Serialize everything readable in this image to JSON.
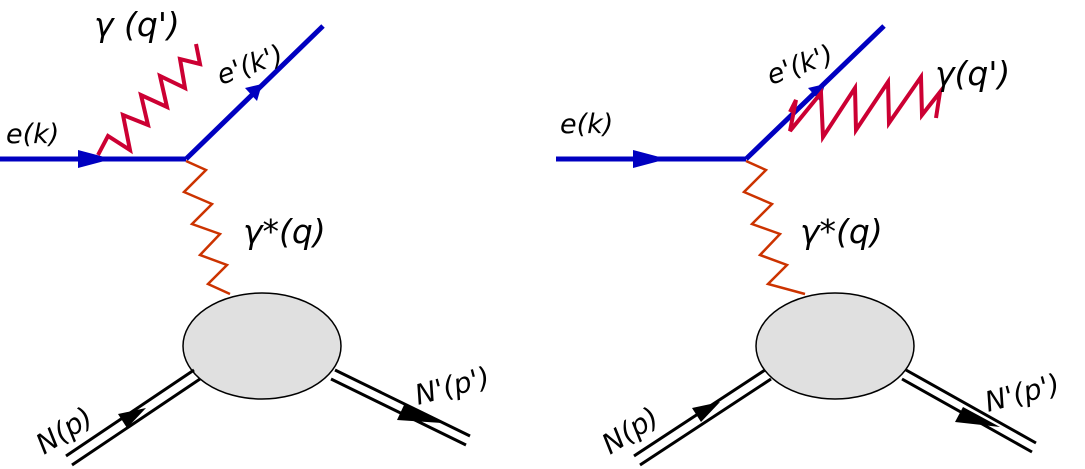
{
  "colors": {
    "electron": "#0000c0",
    "real_photon": "#cc0033",
    "virtual_photon": "#cc3300",
    "blob_fill": "#e0e0e0",
    "nucleon": "#000000"
  },
  "diagrams": [
    {
      "id": "left",
      "labels": {
        "incoming_electron": "e(k)",
        "outgoing_electron": "e'(k')",
        "real_photon": "γ (q')",
        "virtual_photon": "γ*(q)",
        "incoming_nucleon": "N(p)",
        "outgoing_nucleon": "N'(p')"
      }
    },
    {
      "id": "right",
      "labels": {
        "incoming_electron": "e(k)",
        "outgoing_electron": "e'(k')",
        "real_photon": "γ(q')",
        "virtual_photon": "γ*(q)",
        "incoming_nucleon": "N(p)",
        "outgoing_nucleon": "N'(p')"
      }
    }
  ]
}
